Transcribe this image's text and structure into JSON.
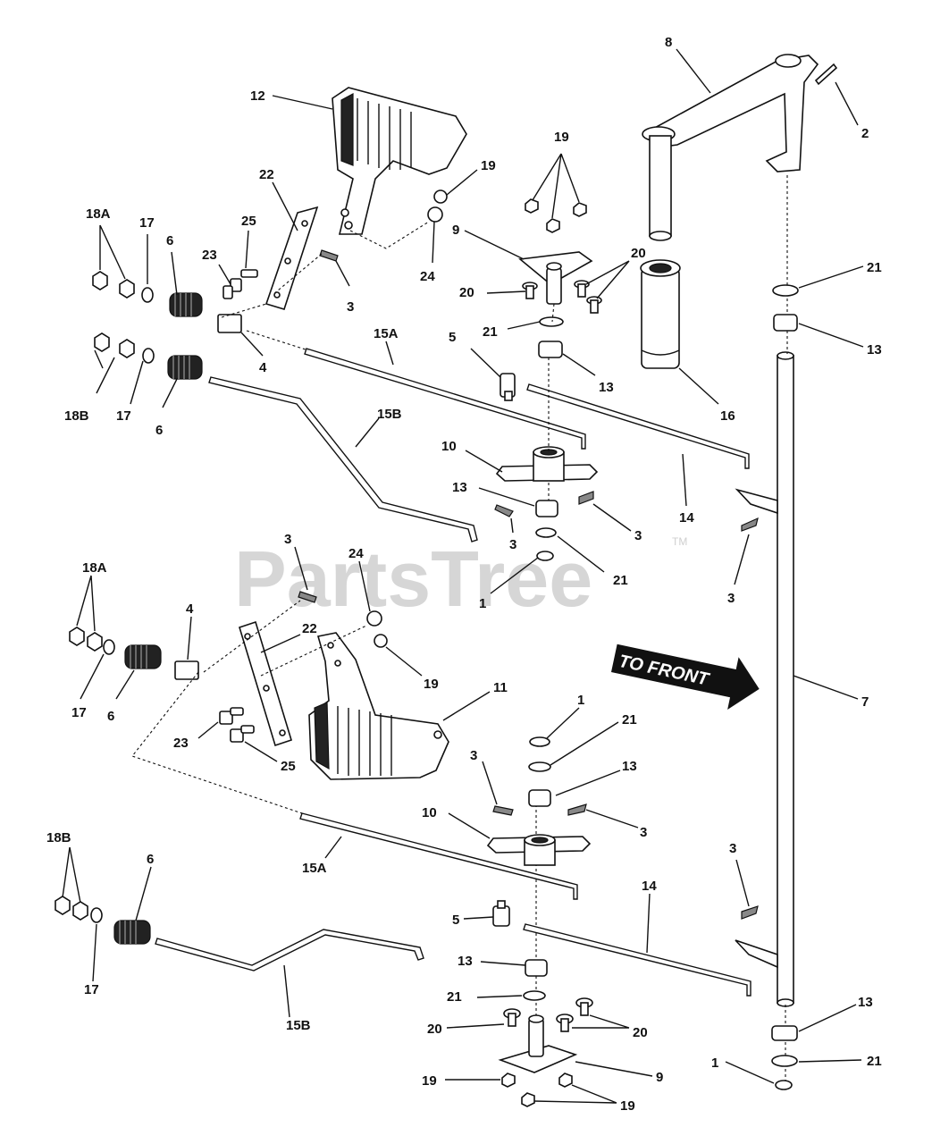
{
  "watermark": {
    "text": "PartsTree",
    "tm": "TM"
  },
  "direction_arrow": {
    "text": "TO FRONT"
  },
  "callouts": {
    "c1_top": "8",
    "c2": "2",
    "c12": "12",
    "c22a": "22",
    "c19a": "19",
    "c19group": "19",
    "c18A_a": "18A",
    "c17_a": "17",
    "c6_a": "6",
    "c25_a": "25",
    "c23_a": "23",
    "c24_a": "24",
    "c9_a": "9",
    "c20_a": "20",
    "c20_b": "20",
    "c3_a": "3",
    "c15A_a": "15A",
    "c21_a": "21",
    "c21_b": "21",
    "c13_a": "13",
    "c13_b": "13",
    "c5_a": "5",
    "c16": "16",
    "c4_a": "4",
    "c18B_a": "18B",
    "c17_b": "17",
    "c6_b": "6",
    "c15B_a": "15B",
    "c10_a": "10",
    "c13_c": "13",
    "c14_a": "14",
    "c3_b": "3",
    "c3_c": "3",
    "c21_c": "21",
    "c1_a": "1",
    "c3_d": "3",
    "c3_e": "3",
    "c24_b": "24",
    "c18A_b": "18A",
    "c4_b": "4",
    "c22_b": "22",
    "c19_b": "19",
    "c17_c": "17",
    "c6_c": "6",
    "c11": "11",
    "c23_b": "23",
    "c25_b": "25",
    "c7": "7",
    "c1_b": "1",
    "c21_d": "21",
    "c13_d": "13",
    "c3_f": "3",
    "c10_b": "10",
    "c3_g": "3",
    "c15A_b": "15A",
    "c3_h": "3",
    "c18B_b": "18B",
    "c6_d": "6",
    "c14_b": "14",
    "c5_b": "5",
    "c13_e": "13",
    "c17_d": "17",
    "c15B_b": "15B",
    "c21_e": "21",
    "c20_c": "20",
    "c20_d": "20",
    "c13_f": "13",
    "c9_b": "9",
    "c1_c": "1",
    "c21_f": "21",
    "c19_c": "19",
    "c19_d": "19"
  }
}
